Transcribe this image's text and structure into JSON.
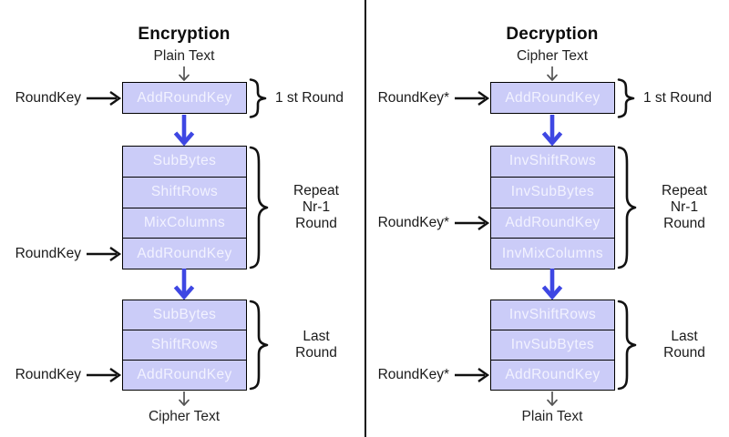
{
  "colors": {
    "box_fill": "#cbccf8",
    "box_border": "#000000",
    "box_text": "#f2f2ff",
    "flow_arrow_blue": "#3e47e3",
    "key_arrow_black": "#111111",
    "io_arrow_gray": "#555555",
    "divider": "#111111"
  },
  "icons": {
    "down_arrow_icon": "↓",
    "right_arrow_icon": "→",
    "flow_down_arrow_icon": "⬇",
    "curly_brace_icon": "}"
  },
  "encryption": {
    "title": "Encryption",
    "input_label": "Plain Text",
    "output_label": "Cipher Text",
    "round_key_label": "RoundKey",
    "first_round": {
      "box_label": "AddRoundKey",
      "annotation": "1 st Round"
    },
    "repeat_rounds": {
      "box_labels": [
        "SubBytes",
        "ShiftRows",
        "MixColumns",
        "AddRoundKey"
      ],
      "annotation_lines": [
        "Repeat",
        "Nr-1",
        "Round"
      ]
    },
    "last_round": {
      "box_labels": [
        "SubBytes",
        "ShiftRows",
        "AddRoundKey"
      ],
      "annotation_lines": [
        "Last",
        "Round"
      ]
    }
  },
  "decryption": {
    "title": "Decryption",
    "input_label": "Cipher Text",
    "output_label": "Plain Text",
    "round_key_label": "RoundKey*",
    "first_round": {
      "box_label": "AddRoundKey",
      "annotation": "1 st Round"
    },
    "repeat_rounds": {
      "box_labels": [
        "InvShiftRows",
        "InvSubBytes",
        "AddRoundKey",
        "InvMixColumns"
      ],
      "annotation_lines": [
        "Repeat",
        "Nr-1",
        "Round"
      ]
    },
    "last_round": {
      "box_labels": [
        "InvShiftRows",
        "InvSubBytes",
        "AddRoundKey"
      ],
      "annotation_lines": [
        "Last",
        "Round"
      ]
    }
  }
}
